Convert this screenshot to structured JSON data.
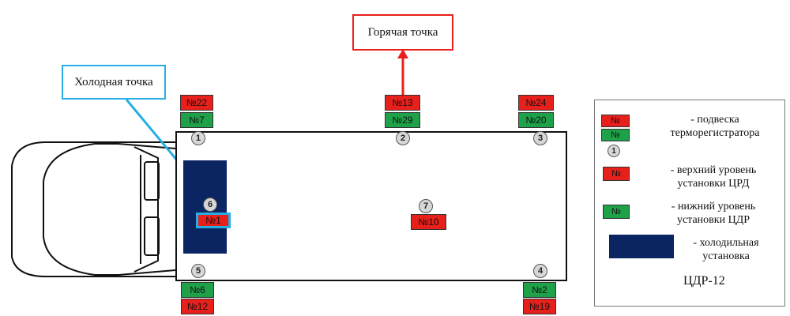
{
  "colors": {
    "red": "#e8201c",
    "green": "#1fa14a",
    "blue_callout": "#27aee3",
    "hot_callout": "#e8201c",
    "cold_unit": "#0b2462",
    "circle": "#d7d7d7"
  },
  "callouts": {
    "hot_label": "Горячая точка",
    "cold_label": "Холодная точка"
  },
  "sensors": {
    "s22": "№22",
    "s7": "№7",
    "s13": "№13",
    "s29": "№29",
    "s24": "№24",
    "s20": "№20",
    "s1": "№1",
    "s10": "№10",
    "s6": "№6",
    "s12": "№12",
    "s2": "№2",
    "s19": "№19"
  },
  "points": {
    "p1": "1",
    "p2": "2",
    "p3": "3",
    "p4": "4",
    "p5": "5",
    "p6": "6",
    "p7": "7"
  },
  "legend": {
    "tag_upper": "№",
    "tag_lower": "№",
    "circle_label": "1",
    "suspension_label_1": "- подвеска",
    "suspension_label_2": "терморегистратора",
    "upper_level_1": "- верхний уровень",
    "upper_level_2": "установки ЦРД",
    "red_tag": "№",
    "lower_level_1": "- нижний уровень",
    "lower_level_2": "установки ЦДР",
    "green_tag": "№",
    "cold_unit_1": "- холодильная",
    "cold_unit_2": "установка",
    "model": "ЦДР-12"
  }
}
